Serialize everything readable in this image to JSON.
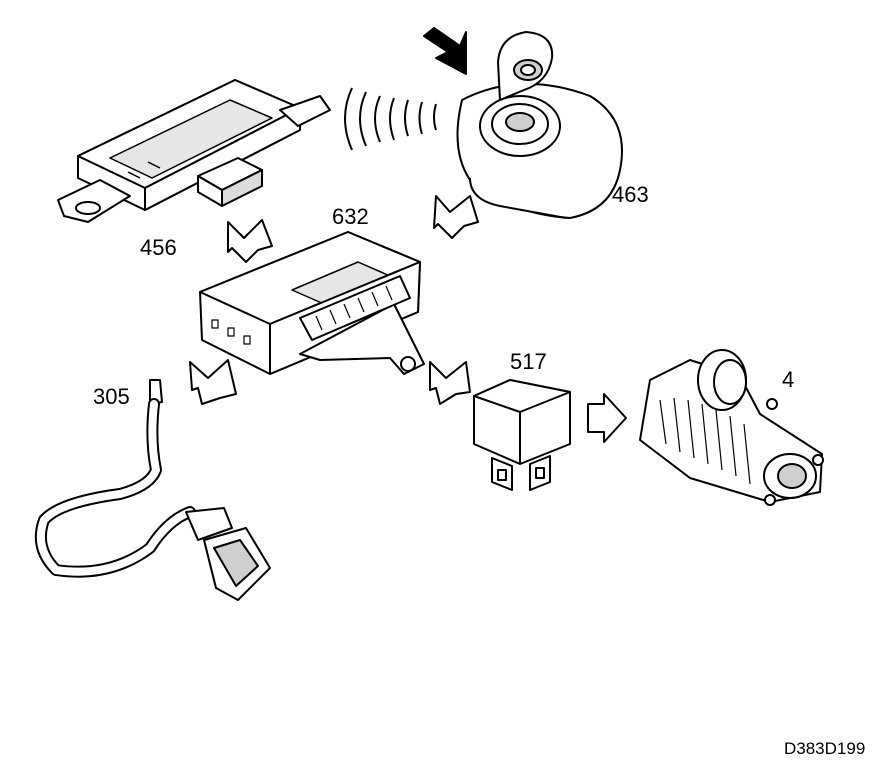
{
  "labels": {
    "transmitter": "456",
    "ignition_switch": "463",
    "control_module": "632",
    "sensor": "305",
    "relay": "517",
    "starter_motor": "4"
  },
  "figure_ref": "D383D199",
  "colors": {
    "line": "#000000",
    "fill": "#ffffff",
    "shade": "#cfcfcf"
  },
  "icons": [
    "signal-arrow-icon",
    "flow-arrow-icon",
    "radio-waves-icon"
  ]
}
